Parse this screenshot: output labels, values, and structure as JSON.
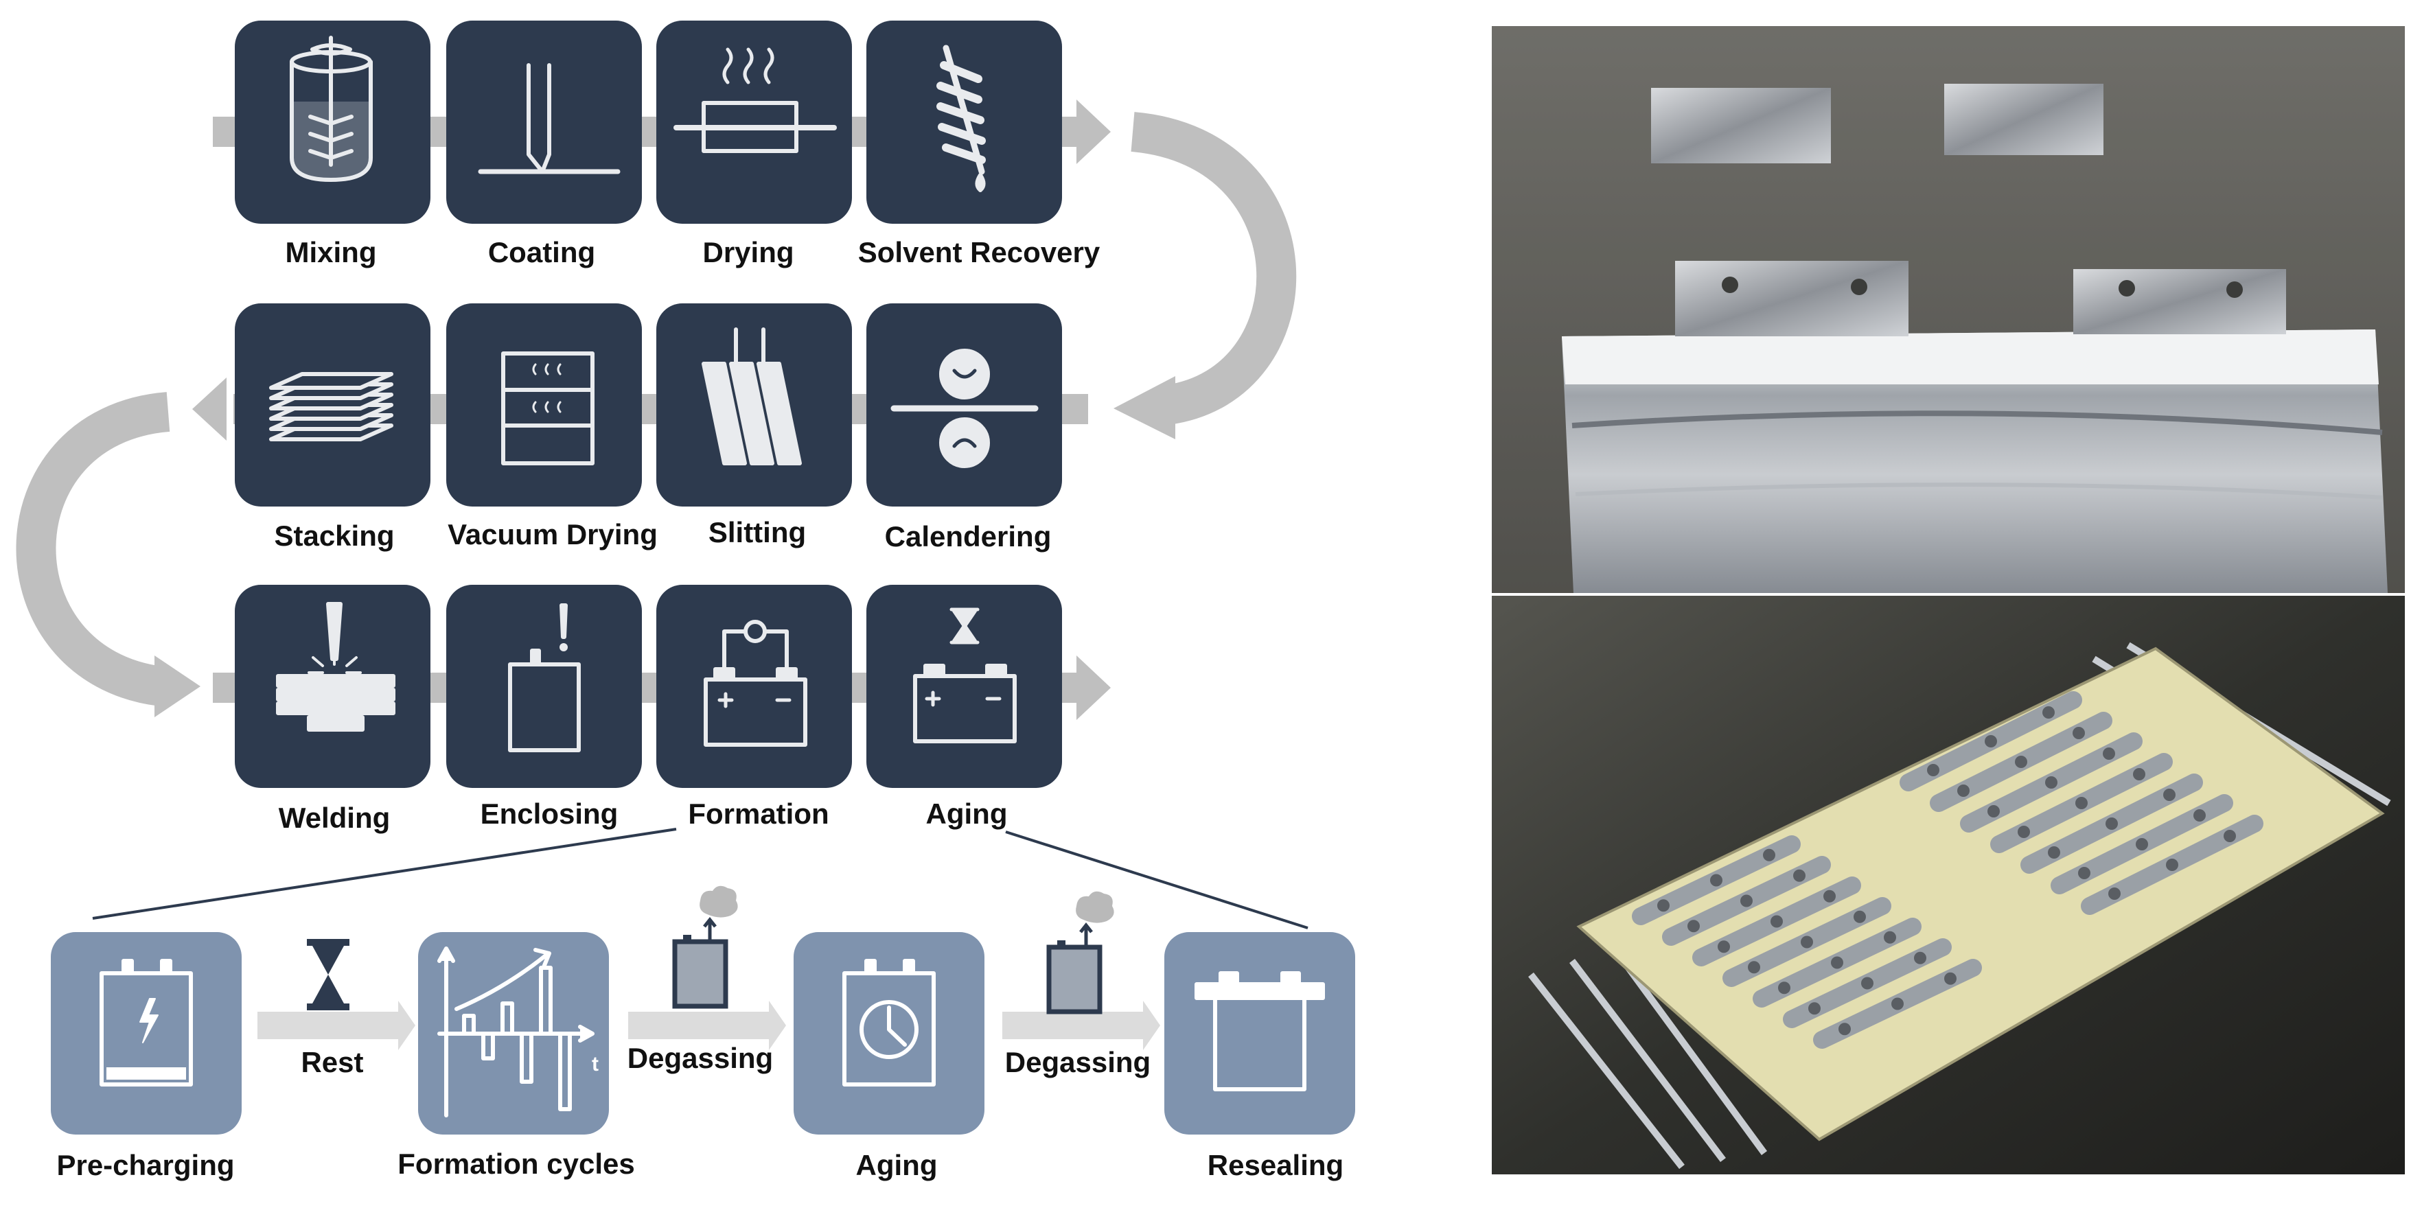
{
  "colors": {
    "tile_dark": "#2d3a4e",
    "tile_light": "#7f93ae",
    "arrow_gray": "#bfbfbf",
    "arrow_light": "#dcdcdc",
    "icon_light": "#e9ebee",
    "text": "#111111"
  },
  "process": {
    "row1": [
      {
        "label": "Mixing",
        "icon": "mixer-tank-icon"
      },
      {
        "label": "Coating",
        "icon": "coating-blade-icon"
      },
      {
        "label": "Drying",
        "icon": "heater-icon"
      },
      {
        "label": "Solvent Recovery",
        "icon": "condenser-coil-icon"
      }
    ],
    "row2": [
      {
        "label": "Stacking",
        "icon": "stacked-sheets-icon"
      },
      {
        "label": "Vacuum Drying",
        "icon": "vacuum-oven-icon"
      },
      {
        "label": "Slitting",
        "icon": "slitting-blades-icon"
      },
      {
        "label": "Calendering",
        "icon": "rollers-icon"
      }
    ],
    "row3": [
      {
        "label": "Welding",
        "icon": "welding-icon"
      },
      {
        "label": "Enclosing",
        "icon": "pouch-cell-icon"
      },
      {
        "label": "Formation",
        "icon": "battery-circuit-icon"
      },
      {
        "label": "Aging",
        "icon": "battery-hourglass-icon"
      }
    ]
  },
  "formation_detail": {
    "steps": [
      {
        "label": "Pre-charging",
        "icon": "pouch-lightning-icon"
      },
      {
        "label": "Formation cycles",
        "icon": "cycling-graph-icon",
        "axis_label": "t"
      },
      {
        "label": "Aging",
        "icon": "pouch-clock-icon"
      },
      {
        "label": "Resealing",
        "icon": "battery-resealed-icon"
      }
    ],
    "transitions": [
      {
        "label": "Rest",
        "icon": "hourglass-icon"
      },
      {
        "label": "Degassing",
        "icon": "cell-gas-release-icon"
      },
      {
        "label": "Degassing",
        "icon": "cell-gas-release-icon"
      }
    ]
  },
  "photos": [
    {
      "name": "pouch-cell-tabs-photo"
    },
    {
      "name": "stacked-cells-busbar-photo"
    }
  ]
}
